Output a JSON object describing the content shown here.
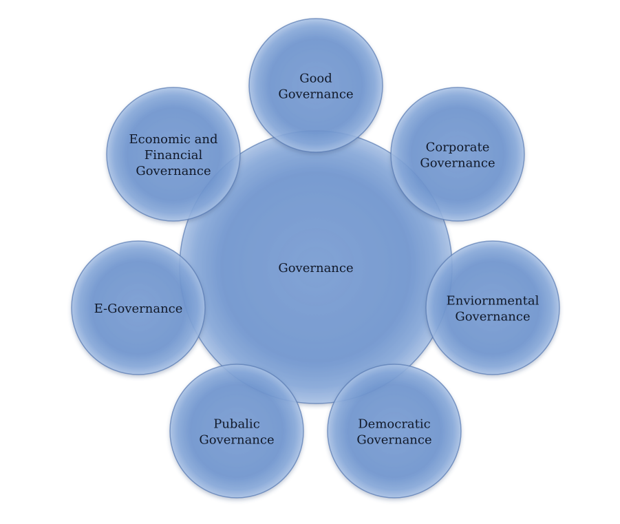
{
  "diagram": {
    "type": "radial-venn",
    "center": {
      "lines": [
        "Governance"
      ]
    },
    "satellites": [
      {
        "id": "good",
        "lines": [
          "Good",
          "Governance"
        ]
      },
      {
        "id": "corporate",
        "lines": [
          "Corporate",
          "Governance"
        ]
      },
      {
        "id": "environmental",
        "lines": [
          "Enviornmental",
          "Governance"
        ]
      },
      {
        "id": "democratic",
        "lines": [
          "Democratic",
          "Governance"
        ]
      },
      {
        "id": "public",
        "lines": [
          "Pubalic",
          "Governance"
        ]
      },
      {
        "id": "e-governance",
        "lines": [
          "E-Governance"
        ]
      },
      {
        "id": "economic-financial",
        "lines": [
          "Economic and",
          "Financial",
          "Governance"
        ]
      }
    ],
    "colors": {
      "fill": "#7096cf",
      "fill_light": "#a9c2e6",
      "edge": "#5578b0",
      "text": "#101828"
    }
  }
}
